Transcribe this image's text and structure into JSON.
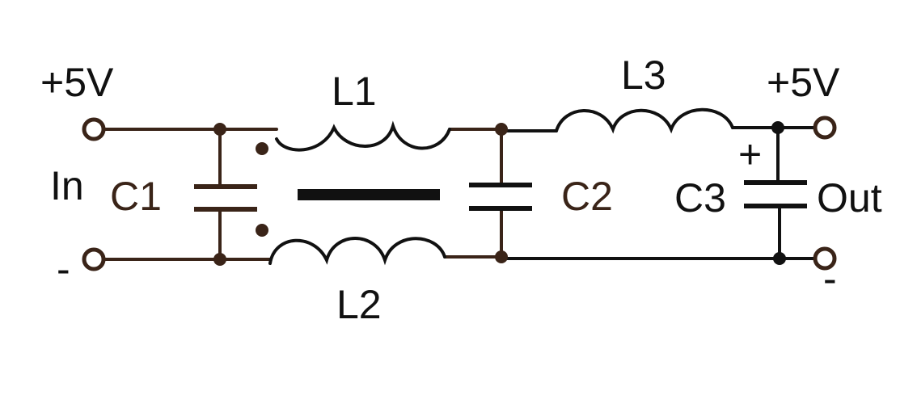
{
  "labels": {
    "in_plus": "+5V",
    "in_name": "In",
    "in_minus": "-",
    "out_plus": "+5V",
    "out_name": "Out",
    "out_minus": "-",
    "c1": "C1",
    "c2": "C2",
    "c3": "C3",
    "c3_polarity": "+",
    "l1": "L1",
    "l2": "L2",
    "l3": "L3"
  },
  "colors": {
    "wire_brown": "#3a2418",
    "wire_black": "#111111",
    "background": "#ffffff"
  }
}
